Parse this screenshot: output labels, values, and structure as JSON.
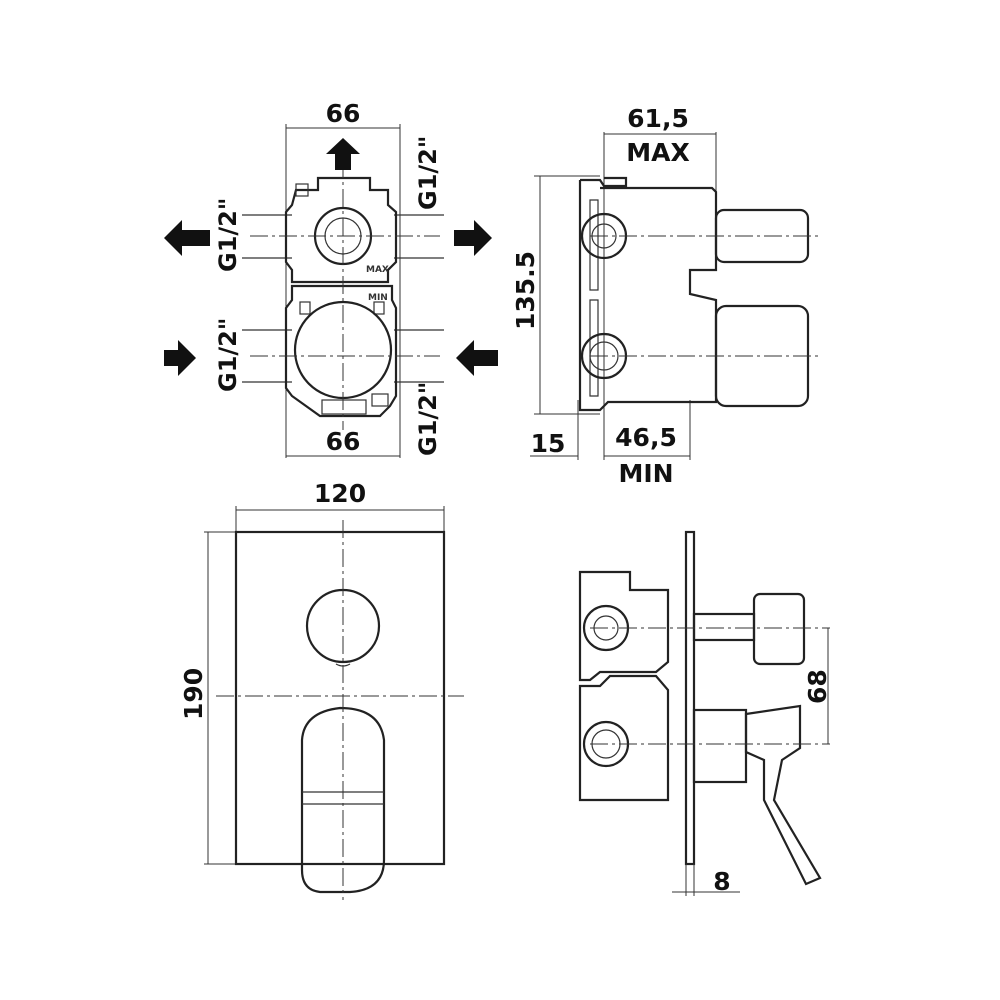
{
  "front_view": {
    "width_top": "66",
    "width_bottom": "66",
    "port_top_right": "G1/2\"",
    "port_left_upper": "G1/2\"",
    "port_left_lower": "G1/2\"",
    "port_bottom_right": "G1/2\"",
    "body_mark_max": "MAX",
    "body_mark_min": "MIN"
  },
  "side_view": {
    "depth_max": "61,5",
    "depth_max_label": "MAX",
    "height": "135.5",
    "offset": "15",
    "depth_min": "46,5",
    "depth_min_label": "MIN"
  },
  "plate_view": {
    "width": "120",
    "height": "190"
  },
  "installed_view": {
    "spacing": "68",
    "plate_thickness": "8"
  }
}
